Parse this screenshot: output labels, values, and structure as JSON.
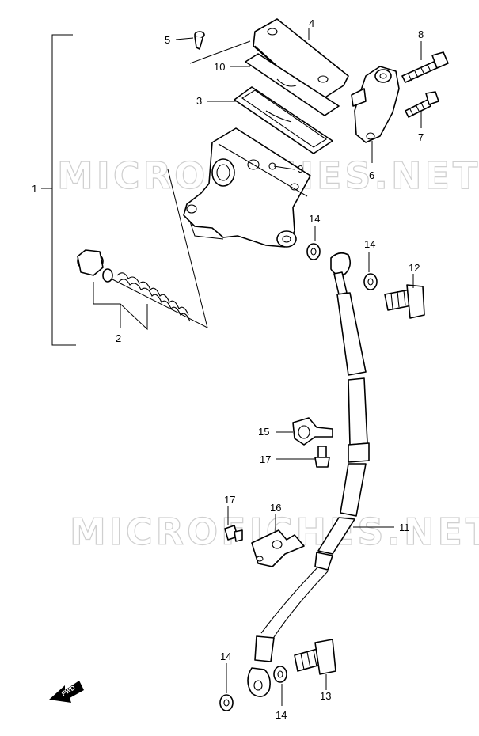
{
  "watermark": [
    "MICROFICHES.NET",
    "MICROFICHES.NET"
  ],
  "fwd_label": "FWD",
  "callouts": [
    {
      "id": "1",
      "text": "1"
    },
    {
      "id": "2",
      "text": "2"
    },
    {
      "id": "3",
      "text": "3"
    },
    {
      "id": "4",
      "text": "4"
    },
    {
      "id": "5",
      "text": "5"
    },
    {
      "id": "6",
      "text": "6"
    },
    {
      "id": "7",
      "text": "7"
    },
    {
      "id": "8",
      "text": "8"
    },
    {
      "id": "9",
      "text": "9"
    },
    {
      "id": "10",
      "text": "10"
    },
    {
      "id": "11",
      "text": "11"
    },
    {
      "id": "12",
      "text": "12"
    },
    {
      "id": "13",
      "text": "13"
    },
    {
      "id": "14a",
      "text": "14"
    },
    {
      "id": "14b",
      "text": "14"
    },
    {
      "id": "14c",
      "text": "14"
    },
    {
      "id": "14d",
      "text": "14"
    },
    {
      "id": "15",
      "text": "15"
    },
    {
      "id": "16",
      "text": "16"
    },
    {
      "id": "17a",
      "text": "17"
    },
    {
      "id": "17b",
      "text": "17"
    }
  ]
}
